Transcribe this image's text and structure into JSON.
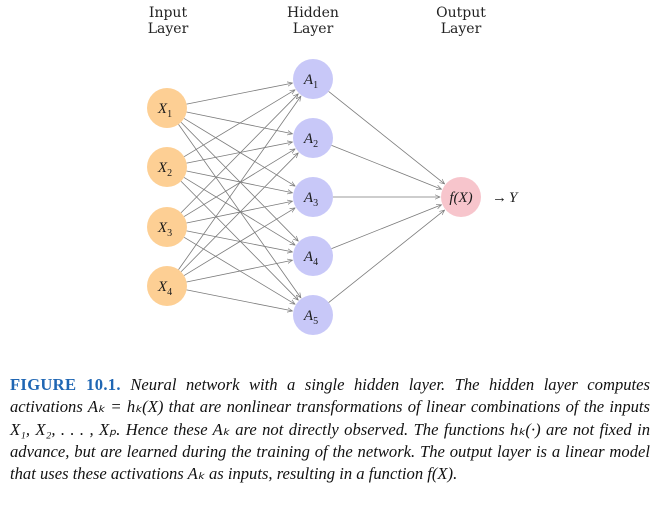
{
  "layer_titles": {
    "input": [
      "Input",
      "Layer"
    ],
    "hidden": [
      "Hidden",
      "Layer"
    ],
    "output": [
      "Output",
      "Layer"
    ]
  },
  "colors": {
    "input_node": "#fdcf94",
    "hidden_node": "#c8c8f8",
    "output_node": "#f7c5cc",
    "edge": "#7a7a7a",
    "figure_label": "#1f66b3"
  },
  "input_nodes": [
    {
      "var": "X",
      "sub": "1"
    },
    {
      "var": "X",
      "sub": "2"
    },
    {
      "var": "X",
      "sub": "3"
    },
    {
      "var": "X",
      "sub": "4"
    }
  ],
  "hidden_nodes": [
    {
      "var": "A",
      "sub": "1"
    },
    {
      "var": "A",
      "sub": "2"
    },
    {
      "var": "A",
      "sub": "3"
    },
    {
      "var": "A",
      "sub": "4"
    },
    {
      "var": "A",
      "sub": "5"
    }
  ],
  "output_node": {
    "label": "f(X)",
    "arrow": "→",
    "target": "Y"
  },
  "caption": {
    "figure_number": "FIGURE 10.1.",
    "text": "Neural network with a single hidden layer. The hidden layer computes activations Aₖ = hₖ(X) that are nonlinear transformations of linear combinations of the inputs X₁, X₂, . . . , Xₚ. Hence these Aₖ are not directly observed. The functions hₖ(·) are not fixed in advance, but are learned during the training of the network. The output layer is a linear model that uses these activations Aₖ as inputs, resulting in a function f(X)."
  }
}
